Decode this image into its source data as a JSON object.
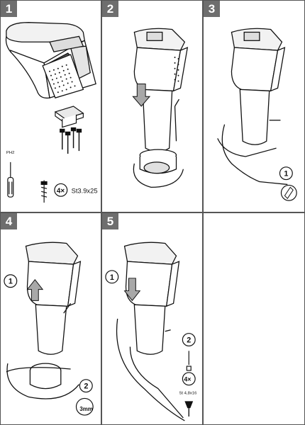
{
  "steps": [
    {
      "number": "1",
      "annotations": {
        "qty": "4×",
        "screw_spec": "St3.9x25",
        "tool_tag": "PH2"
      }
    },
    {
      "number": "2",
      "annotations": {}
    },
    {
      "number": "3",
      "annotations": {
        "callout": "1"
      }
    },
    {
      "number": "4",
      "annotations": {
        "callout_a": "1",
        "callout_b": "2",
        "drill": "3mm"
      }
    },
    {
      "number": "5",
      "annotations": {
        "callout_a": "1",
        "callout_b": "2",
        "qty": "4×",
        "screw_spec": "St 4,8x16"
      }
    }
  ],
  "colors": {
    "badge": "#6e6e6e",
    "line": "#111111",
    "grey": "#bdbdbd",
    "arrow": "#a8a8a8"
  }
}
